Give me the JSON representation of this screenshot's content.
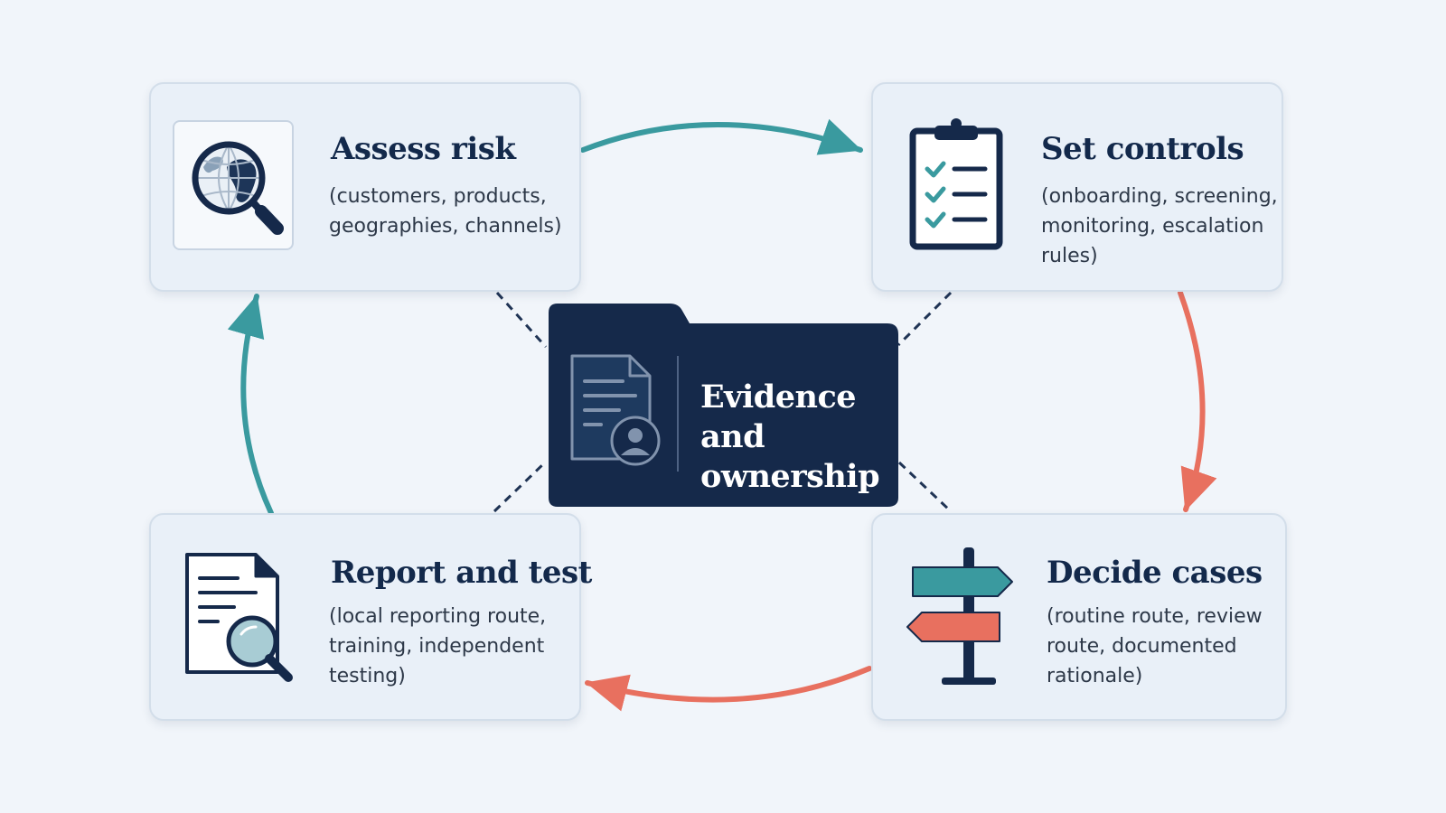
{
  "colors": {
    "background": "#f1f5fa",
    "navy": "#13294b",
    "teal": "#3a9a9f",
    "coral": "#e8705f",
    "card_fill": "#e9f0f8"
  },
  "steps": {
    "assess": {
      "title": "Assess risk",
      "desc": "(customers, products,\ngeographies, channels)",
      "icon": "globe-magnifier-icon"
    },
    "controls": {
      "title": "Set controls",
      "desc": "(onboarding, screening,\nmonitoring, escalation rules)",
      "icon": "clipboard-checklist-icon"
    },
    "decide": {
      "title": "Decide cases",
      "desc": "(routine route, review\nroute, documented\nrationale)",
      "icon": "signpost-icon"
    },
    "report": {
      "title": "Report and test",
      "desc": "(local reporting route,\ntraining, independent\ntesting)",
      "icon": "document-magnifier-icon"
    }
  },
  "center": {
    "title": "Evidence and\nownership",
    "icon": "document-person-icon"
  }
}
